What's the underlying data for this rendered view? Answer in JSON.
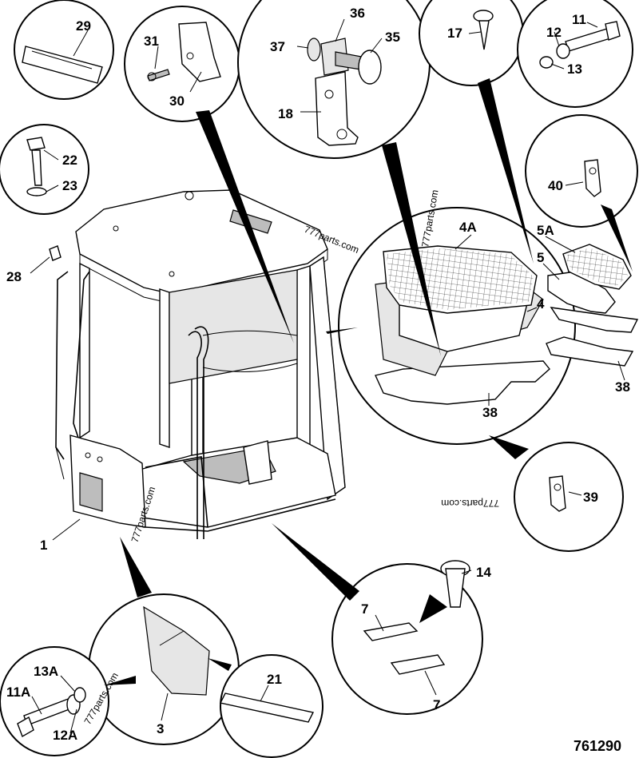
{
  "document_number": "761290",
  "watermark": "777parts.com",
  "callouts": {
    "c1": "1",
    "c3": "3",
    "c4": "4",
    "c4a": "4A",
    "c5": "5",
    "c5a": "5A",
    "c7a": "7",
    "c7b": "7",
    "c11": "11",
    "c11a": "11A",
    "c12": "12",
    "c12a": "12A",
    "c13": "13",
    "c13a": "13A",
    "c14": "14",
    "c17": "17",
    "c18": "18",
    "c21": "21",
    "c22": "22",
    "c23": "23",
    "c28": "28",
    "c29": "29",
    "c30": "30",
    "c31": "31",
    "c35": "35",
    "c36": "36",
    "c37": "37",
    "c38a": "38",
    "c38b": "38",
    "c39": "39",
    "c40": "40"
  }
}
